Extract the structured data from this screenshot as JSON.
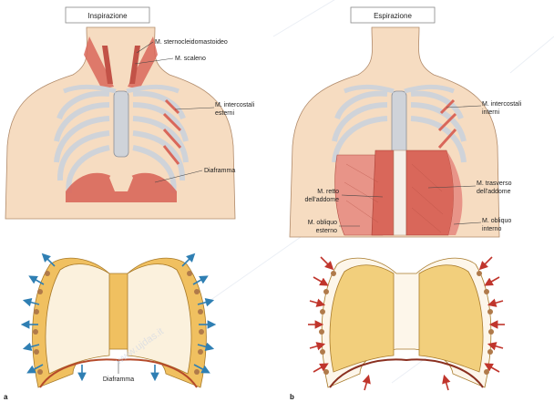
{
  "panels": {
    "a": {
      "letter": "a",
      "title": "Inspirazione"
    },
    "b": {
      "letter": "b",
      "title": "Espirazione"
    }
  },
  "labels_a": {
    "scm": "M. sternocleidomastoideo",
    "scaleno": "M. scaleno",
    "intercostali_1": "M. intercostali",
    "intercostali_2": "esterni",
    "diaframma": "Diaframma",
    "diaframma_bottom": "Diaframma"
  },
  "labels_b": {
    "intercostali_1": "M. intercostali",
    "intercostali_2": "interni",
    "retto_1": "M. retto",
    "retto_2": "dell'addome",
    "trasverso_1": "M. trasverso",
    "trasverso_2": "dell'addome",
    "obl_est_1": "M. obliquo",
    "obl_est_2": "esterno",
    "obl_int_1": "M. obliquo",
    "obl_int_2": "interno"
  },
  "colors": {
    "skin": "#f6dcc1",
    "skin_line": "#b08a6a",
    "bone": "#cfd3d9",
    "bone_line": "#8a8f98",
    "muscle": "#d9675a",
    "muscle_light": "#e89488",
    "lung_a": "#fbf1dd",
    "lung_b": "#f2cf7c",
    "chest_wall": "#f0c060",
    "arrow_in": "#2f7fb3",
    "arrow_ex": "#c0352c"
  },
  "watermark": "www.ujdas.it"
}
